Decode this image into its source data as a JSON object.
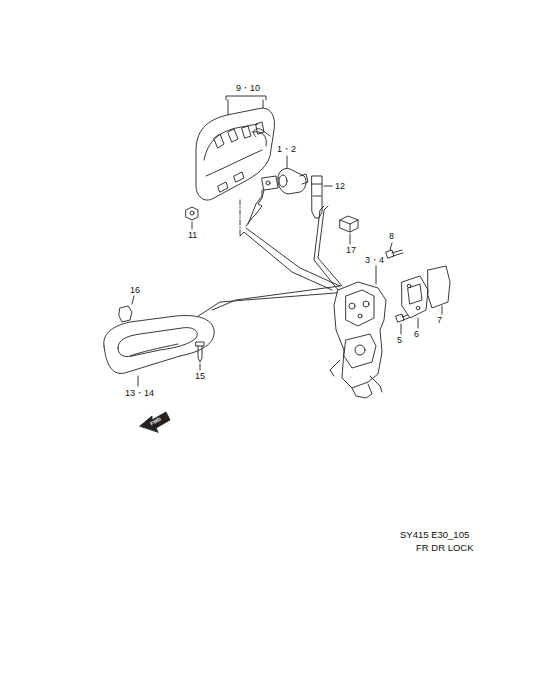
{
  "diagram": {
    "labels": [
      "9・10",
      "1・2",
      "12",
      "11",
      "17",
      "8",
      "3・4",
      "16",
      "7",
      "6",
      "5",
      "13・14",
      "15",
      "FWD",
      "SY415 E30_105",
      "FR DR LOCK"
    ]
  }
}
